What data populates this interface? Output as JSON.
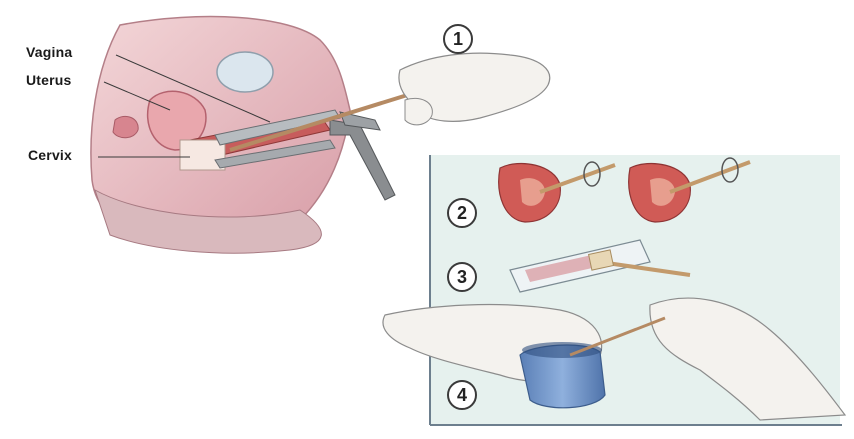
{
  "labels": {
    "vagina": "Vagina",
    "uterus": "Uterus",
    "cervix": "Cervix"
  },
  "steps": [
    "1",
    "2",
    "3",
    "4"
  ],
  "colors": {
    "panel_bg": "#e6f1ee",
    "panel_border": "#6d7f8e",
    "tissue_pink": "#e7b9c0",
    "tissue_dark": "#c98a95",
    "tissue_red": "#b94a4a",
    "skin": "#f2f0ec",
    "vial_blue": "#6f93c7",
    "speculum": "#8a8d90"
  }
}
